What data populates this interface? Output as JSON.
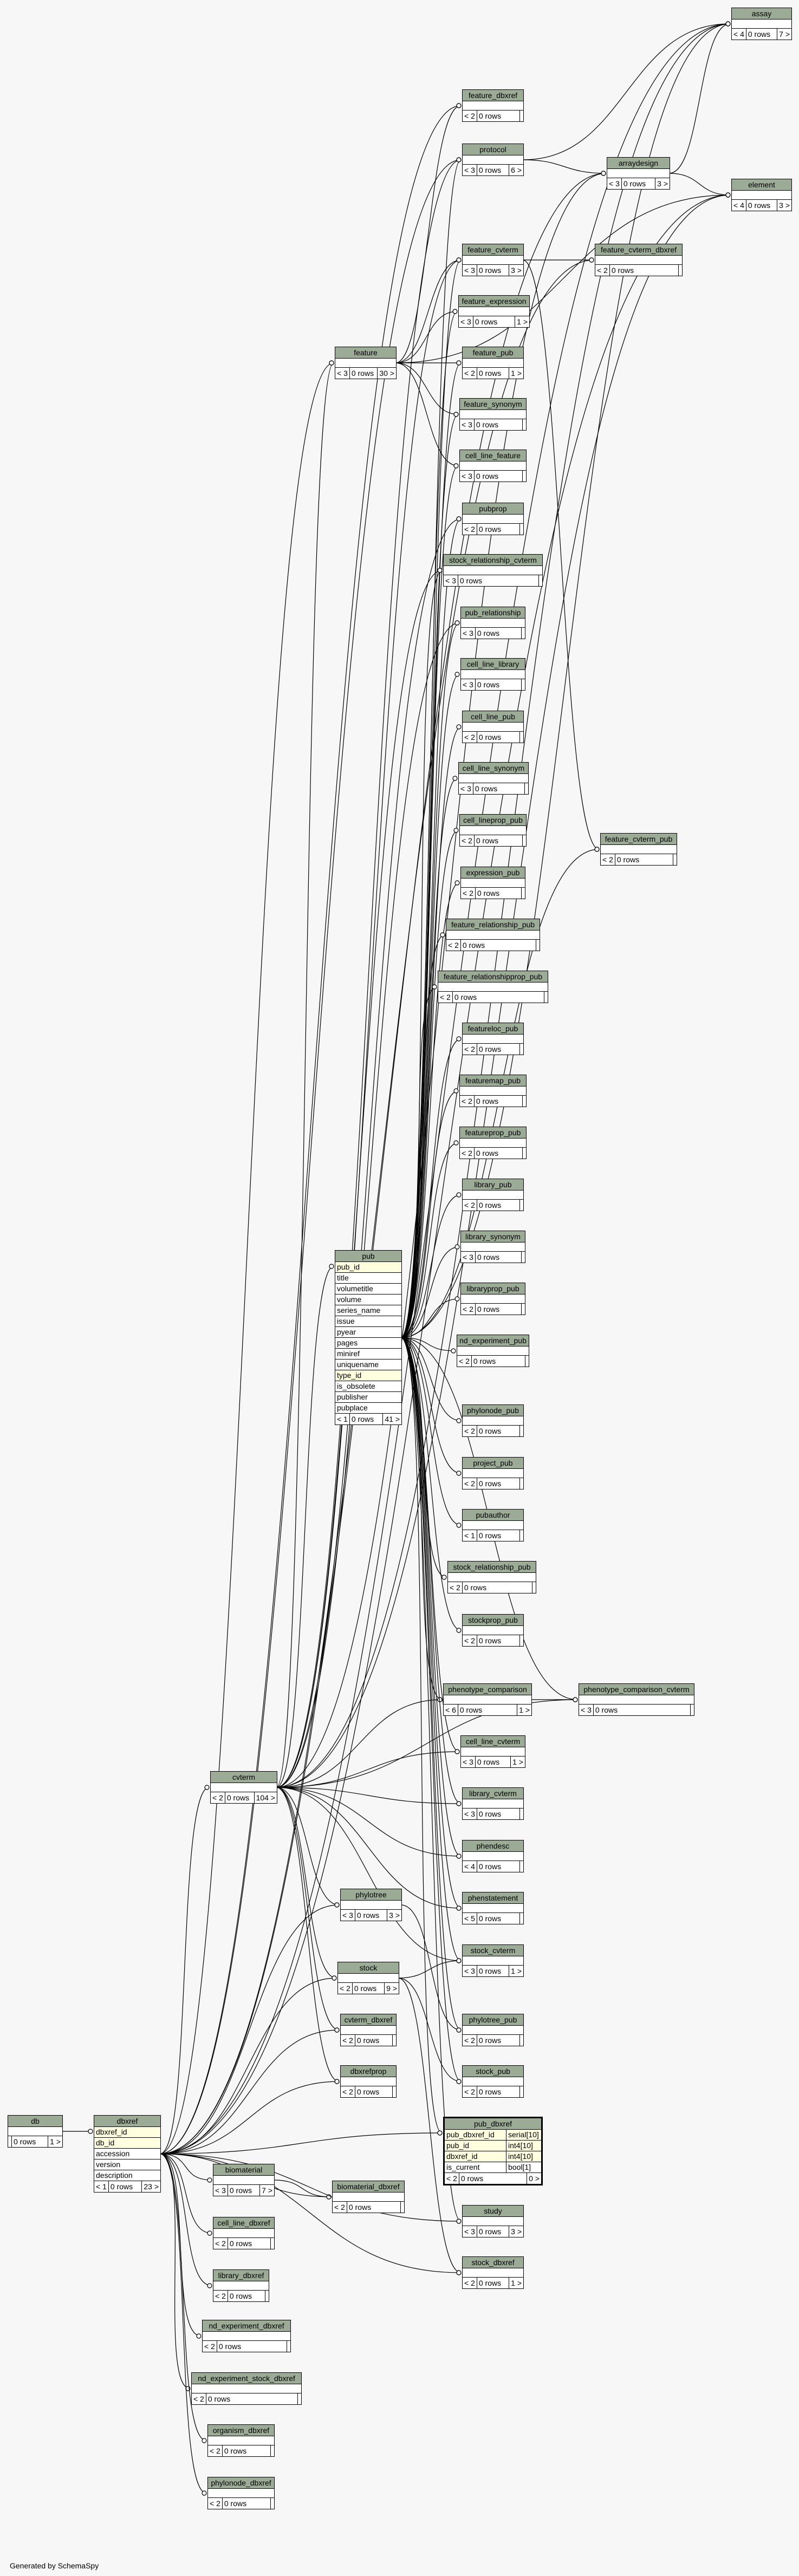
{
  "footer": "Generated by SchemaSpy",
  "tables": [
    {
      "id": "assay",
      "name": "assay",
      "rows": [],
      "footer": [
        "< 4",
        "0 rows",
        "7 >"
      ]
    },
    {
      "id": "element",
      "name": "element",
      "rows": [],
      "footer": [
        "< 4",
        "0 rows",
        "3 >"
      ]
    },
    {
      "id": "arraydesign",
      "name": "arraydesign",
      "rows": [],
      "footer": [
        "< 3",
        "0 rows",
        "3 >"
      ]
    },
    {
      "id": "feature_dbxref",
      "name": "feature_dbxref",
      "rows": [],
      "footer": [
        "< 2",
        "0 rows",
        ""
      ]
    },
    {
      "id": "protocol",
      "name": "protocol",
      "rows": [],
      "footer": [
        "< 3",
        "0 rows",
        "6 >"
      ]
    },
    {
      "id": "feature_cvterm",
      "name": "feature_cvterm",
      "rows": [],
      "footer": [
        "< 3",
        "0 rows",
        "3 >"
      ]
    },
    {
      "id": "feature_cvterm_dbxref",
      "name": "feature_cvterm_dbxref",
      "rows": [],
      "footer": [
        "< 2",
        "0 rows",
        ""
      ]
    },
    {
      "id": "feature_expression",
      "name": "feature_expression",
      "rows": [],
      "footer": [
        "< 3",
        "0 rows",
        "1 >"
      ]
    },
    {
      "id": "feature",
      "name": "feature",
      "rows": [],
      "footer": [
        "< 3",
        "0 rows",
        "30 >"
      ]
    },
    {
      "id": "feature_pub",
      "name": "feature_pub",
      "rows": [],
      "footer": [
        "< 2",
        "0 rows",
        "1 >"
      ]
    },
    {
      "id": "feature_synonym",
      "name": "feature_synonym",
      "rows": [],
      "footer": [
        "< 3",
        "0 rows",
        ""
      ]
    },
    {
      "id": "cell_line_feature",
      "name": "cell_line_feature",
      "rows": [],
      "footer": [
        "< 3",
        "0 rows",
        ""
      ]
    },
    {
      "id": "pubprop",
      "name": "pubprop",
      "rows": [],
      "footer": [
        "< 2",
        "0 rows",
        ""
      ]
    },
    {
      "id": "stock_relationship_cvterm",
      "name": "stock_relationship_cvterm",
      "rows": [],
      "footer": [
        "< 3",
        "0 rows",
        ""
      ]
    },
    {
      "id": "pub_relationship",
      "name": "pub_relationship",
      "rows": [],
      "footer": [
        "< 3",
        "0 rows",
        ""
      ]
    },
    {
      "id": "cell_line_library",
      "name": "cell_line_library",
      "rows": [],
      "footer": [
        "< 3",
        "0 rows",
        ""
      ]
    },
    {
      "id": "cell_line_pub",
      "name": "cell_line_pub",
      "rows": [],
      "footer": [
        "< 2",
        "0 rows",
        ""
      ]
    },
    {
      "id": "cell_line_synonym",
      "name": "cell_line_synonym",
      "rows": [],
      "footer": [
        "< 3",
        "0 rows",
        ""
      ]
    },
    {
      "id": "cell_lineprop_pub",
      "name": "cell_lineprop_pub",
      "rows": [],
      "footer": [
        "< 2",
        "0 rows",
        ""
      ]
    },
    {
      "id": "feature_cvterm_pub",
      "name": "feature_cvterm_pub",
      "rows": [],
      "footer": [
        "< 2",
        "0 rows",
        ""
      ]
    },
    {
      "id": "expression_pub",
      "name": "expression_pub",
      "rows": [],
      "footer": [
        "< 2",
        "0 rows",
        ""
      ]
    },
    {
      "id": "feature_relationship_pub",
      "name": "feature_relationship_pub",
      "rows": [],
      "footer": [
        "< 2",
        "0 rows",
        ""
      ]
    },
    {
      "id": "feature_relationshipprop_pub",
      "name": "feature_relationshipprop_pub",
      "rows": [],
      "footer": [
        "< 2",
        "0 rows",
        ""
      ]
    },
    {
      "id": "featureloc_pub",
      "name": "featureloc_pub",
      "rows": [],
      "footer": [
        "< 2",
        "0 rows",
        ""
      ]
    },
    {
      "id": "featuremap_pub",
      "name": "featuremap_pub",
      "rows": [],
      "footer": [
        "< 2",
        "0 rows",
        ""
      ]
    },
    {
      "id": "featureprop_pub",
      "name": "featureprop_pub",
      "rows": [],
      "footer": [
        "< 2",
        "0 rows",
        ""
      ]
    },
    {
      "id": "library_pub",
      "name": "library_pub",
      "rows": [],
      "footer": [
        "< 2",
        "0 rows",
        ""
      ]
    },
    {
      "id": "library_synonym",
      "name": "library_synonym",
      "rows": [],
      "footer": [
        "< 3",
        "0 rows",
        ""
      ]
    },
    {
      "id": "libraryprop_pub",
      "name": "libraryprop_pub",
      "rows": [],
      "footer": [
        "< 2",
        "0 rows",
        ""
      ]
    },
    {
      "id": "pub",
      "name": "pub",
      "rows": [
        {
          "name": "pub_id",
          "key": true
        },
        {
          "name": "title"
        },
        {
          "name": "volumetitle"
        },
        {
          "name": "volume"
        },
        {
          "name": "series_name"
        },
        {
          "name": "issue"
        },
        {
          "name": "pyear"
        },
        {
          "name": "pages"
        },
        {
          "name": "miniref"
        },
        {
          "name": "uniquename"
        },
        {
          "name": "type_id",
          "key": true
        },
        {
          "name": "is_obsolete"
        },
        {
          "name": "publisher"
        },
        {
          "name": "pubplace"
        }
      ],
      "footer": [
        "< 1",
        "0 rows",
        "41 >"
      ]
    },
    {
      "id": "nd_experiment_pub",
      "name": "nd_experiment_pub",
      "rows": [],
      "footer": [
        "< 2",
        "0 rows",
        ""
      ]
    },
    {
      "id": "phylonode_pub",
      "name": "phylonode_pub",
      "rows": [],
      "footer": [
        "< 2",
        "0 rows",
        ""
      ]
    },
    {
      "id": "project_pub",
      "name": "project_pub",
      "rows": [],
      "footer": [
        "< 2",
        "0 rows",
        ""
      ]
    },
    {
      "id": "pubauthor",
      "name": "pubauthor",
      "rows": [],
      "footer": [
        "< 1",
        "0 rows",
        ""
      ]
    },
    {
      "id": "stock_relationship_pub",
      "name": "stock_relationship_pub",
      "rows": [],
      "footer": [
        "< 2",
        "0 rows",
        ""
      ]
    },
    {
      "id": "stockprop_pub",
      "name": "stockprop_pub",
      "rows": [],
      "footer": [
        "< 2",
        "0 rows",
        ""
      ]
    },
    {
      "id": "phenotype_comparison",
      "name": "phenotype_comparison",
      "rows": [],
      "footer": [
        "< 6",
        "0 rows",
        "1 >"
      ]
    },
    {
      "id": "phenotype_comparison_cvterm",
      "name": "phenotype_comparison_cvterm",
      "rows": [],
      "footer": [
        "< 3",
        "0 rows",
        ""
      ]
    },
    {
      "id": "cell_line_cvterm",
      "name": "cell_line_cvterm",
      "rows": [],
      "footer": [
        "< 3",
        "0 rows",
        "1 >"
      ]
    },
    {
      "id": "cvterm",
      "name": "cvterm",
      "rows": [],
      "footer": [
        "< 2",
        "0 rows",
        "104 >"
      ]
    },
    {
      "id": "library_cvterm",
      "name": "library_cvterm",
      "rows": [],
      "footer": [
        "< 3",
        "0 rows",
        ""
      ]
    },
    {
      "id": "phendesc",
      "name": "phendesc",
      "rows": [],
      "footer": [
        "< 4",
        "0 rows",
        ""
      ]
    },
    {
      "id": "phenstatement",
      "name": "phenstatement",
      "rows": [],
      "footer": [
        "< 5",
        "0 rows",
        ""
      ]
    },
    {
      "id": "phylotree",
      "name": "phylotree",
      "rows": [],
      "footer": [
        "< 3",
        "0 rows",
        "3 >"
      ]
    },
    {
      "id": "stock_cvterm",
      "name": "stock_cvterm",
      "rows": [],
      "footer": [
        "< 3",
        "0 rows",
        "1 >"
      ]
    },
    {
      "id": "stock",
      "name": "stock",
      "rows": [],
      "footer": [
        "< 2",
        "0 rows",
        "9 >"
      ]
    },
    {
      "id": "cvterm_dbxref",
      "name": "cvterm_dbxref",
      "rows": [],
      "footer": [
        "< 2",
        "0 rows",
        ""
      ]
    },
    {
      "id": "phylotree_pub",
      "name": "phylotree_pub",
      "rows": [],
      "footer": [
        "< 2",
        "0 rows",
        ""
      ]
    },
    {
      "id": "dbxrefprop",
      "name": "dbxrefprop",
      "rows": [],
      "footer": [
        "< 2",
        "0 rows",
        ""
      ]
    },
    {
      "id": "stock_pub",
      "name": "stock_pub",
      "rows": [],
      "footer": [
        "< 2",
        "0 rows",
        ""
      ]
    },
    {
      "id": "db",
      "name": "db",
      "rows": [],
      "footer": [
        "",
        "0 rows",
        "1 >"
      ]
    },
    {
      "id": "dbxref",
      "name": "dbxref",
      "rows": [
        {
          "name": "dbxref_id",
          "key": true
        },
        {
          "name": "db_id",
          "key": true
        },
        {
          "name": "accession"
        },
        {
          "name": "version"
        },
        {
          "name": "description"
        }
      ],
      "footer": [
        "< 1",
        "0 rows",
        "23 >"
      ]
    },
    {
      "id": "pub_dbxref",
      "name": "pub_dbxref",
      "focus": true,
      "rows": [
        {
          "name": "pub_dbxref_id",
          "type": "serial[10]",
          "key": true
        },
        {
          "name": "pub_id",
          "type": "int4[10]",
          "key": true
        },
        {
          "name": "dbxref_id",
          "type": "int4[10]",
          "key": true
        },
        {
          "name": "is_current",
          "type": "bool[1]"
        }
      ],
      "footer": [
        "< 2",
        "0 rows",
        "0 >"
      ]
    },
    {
      "id": "biomaterial",
      "name": "biomaterial",
      "rows": [],
      "footer": [
        "< 3",
        "0 rows",
        "7 >"
      ]
    },
    {
      "id": "biomaterial_dbxref",
      "name": "biomaterial_dbxref",
      "rows": [],
      "footer": [
        "< 2",
        "0 rows",
        ""
      ]
    },
    {
      "id": "study",
      "name": "study",
      "rows": [],
      "footer": [
        "< 3",
        "0 rows",
        "3 >"
      ]
    },
    {
      "id": "cell_line_dbxref",
      "name": "cell_line_dbxref",
      "rows": [],
      "footer": [
        "< 2",
        "0 rows",
        ""
      ]
    },
    {
      "id": "stock_dbxref",
      "name": "stock_dbxref",
      "rows": [],
      "footer": [
        "< 2",
        "0 rows",
        "1 >"
      ]
    },
    {
      "id": "library_dbxref",
      "name": "library_dbxref",
      "rows": [],
      "footer": [
        "< 2",
        "0 rows",
        ""
      ]
    },
    {
      "id": "nd_experiment_dbxref",
      "name": "nd_experiment_dbxref",
      "rows": [],
      "footer": [
        "< 2",
        "0 rows",
        ""
      ]
    },
    {
      "id": "nd_experiment_stock_dbxref",
      "name": "nd_experiment_stock_dbxref",
      "rows": [],
      "footer": [
        "< 2",
        "0 rows",
        ""
      ]
    },
    {
      "id": "organism_dbxref",
      "name": "organism_dbxref",
      "rows": [],
      "footer": [
        "< 2",
        "0 rows",
        ""
      ]
    },
    {
      "id": "phylonode_dbxref",
      "name": "phylonode_dbxref",
      "rows": [],
      "footer": [
        "< 2",
        "0 rows",
        ""
      ]
    }
  ],
  "relationships": [
    [
      "arraydesign",
      "assay"
    ],
    [
      "protocol",
      "assay"
    ],
    [
      "pub",
      "assay"
    ],
    [
      "dbxref",
      "assay"
    ],
    [
      "cvterm",
      "assay"
    ],
    [
      "arraydesign",
      "element"
    ],
    [
      "feature",
      "element"
    ],
    [
      "dbxref",
      "element"
    ],
    [
      "cvterm",
      "element"
    ],
    [
      "protocol",
      "arraydesign"
    ],
    [
      "dbxref",
      "arraydesign"
    ],
    [
      "cvterm",
      "arraydesign"
    ],
    [
      "feature",
      "feature_dbxref"
    ],
    [
      "dbxref",
      "feature_dbxref"
    ],
    [
      "pub",
      "protocol"
    ],
    [
      "dbxref",
      "protocol"
    ],
    [
      "cvterm",
      "protocol"
    ],
    [
      "feature",
      "feature_cvterm"
    ],
    [
      "cvterm",
      "feature_cvterm"
    ],
    [
      "pub",
      "feature_cvterm"
    ],
    [
      "feature_cvterm",
      "feature_cvterm_dbxref"
    ],
    [
      "dbxref",
      "feature_cvterm_dbxref"
    ],
    [
      "feature",
      "feature_expression"
    ],
    [
      "pub",
      "feature_expression"
    ],
    [
      "feature",
      "feature_pub"
    ],
    [
      "pub",
      "feature_pub"
    ],
    [
      "feature",
      "feature_synonym"
    ],
    [
      "pub",
      "feature_synonym"
    ],
    [
      "feature",
      "cell_line_feature"
    ],
    [
      "pub",
      "cell_line_feature"
    ],
    [
      "dbxref",
      "feature"
    ],
    [
      "cvterm",
      "feature"
    ],
    [
      "pub",
      "pubprop"
    ],
    [
      "cvterm",
      "pubprop"
    ],
    [
      "pub",
      "stock_relationship_cvterm"
    ],
    [
      "cvterm",
      "stock_relationship_cvterm"
    ],
    [
      "pub",
      "pub_relationship"
    ],
    [
      "cvterm",
      "pub_relationship"
    ],
    [
      "pub",
      "cell_line_library"
    ],
    [
      "pub",
      "cell_line_pub"
    ],
    [
      "pub",
      "cell_line_synonym"
    ],
    [
      "pub",
      "cell_lineprop_pub"
    ],
    [
      "feature_cvterm",
      "feature_cvterm_pub"
    ],
    [
      "pub",
      "feature_cvterm_pub"
    ],
    [
      "pub",
      "expression_pub"
    ],
    [
      "pub",
      "feature_relationship_pub"
    ],
    [
      "pub",
      "feature_relationshipprop_pub"
    ],
    [
      "pub",
      "featureloc_pub"
    ],
    [
      "pub",
      "featuremap_pub"
    ],
    [
      "pub",
      "featureprop_pub"
    ],
    [
      "pub",
      "library_pub"
    ],
    [
      "pub",
      "library_synonym"
    ],
    [
      "pub",
      "libraryprop_pub"
    ],
    [
      "pub",
      "nd_experiment_pub"
    ],
    [
      "pub",
      "phylonode_pub"
    ],
    [
      "pub",
      "project_pub"
    ],
    [
      "pub",
      "pubauthor"
    ],
    [
      "pub",
      "stock_relationship_pub"
    ],
    [
      "pub",
      "stockprop_pub"
    ],
    [
      "pub",
      "phenotype_comparison"
    ],
    [
      "cvterm",
      "phenotype_comparison"
    ],
    [
      "phenotype_comparison",
      "phenotype_comparison_cvterm"
    ],
    [
      "pub",
      "phenotype_comparison_cvterm"
    ],
    [
      "cvterm",
      "phenotype_comparison_cvterm"
    ],
    [
      "pub",
      "cell_line_cvterm"
    ],
    [
      "cvterm",
      "cell_line_cvterm"
    ],
    [
      "pub",
      "library_cvterm"
    ],
    [
      "cvterm",
      "library_cvterm"
    ],
    [
      "pub",
      "phendesc"
    ],
    [
      "cvterm",
      "phendesc"
    ],
    [
      "pub",
      "phenstatement"
    ],
    [
      "cvterm",
      "phenstatement"
    ],
    [
      "cvterm",
      "pub"
    ],
    [
      "dbxref",
      "cvterm"
    ],
    [
      "dbxref",
      "phylotree"
    ],
    [
      "cvterm",
      "phylotree"
    ],
    [
      "stock",
      "stock_cvterm"
    ],
    [
      "cvterm",
      "stock_cvterm"
    ],
    [
      "pub",
      "stock_cvterm"
    ],
    [
      "dbxref",
      "stock"
    ],
    [
      "cvterm",
      "stock"
    ],
    [
      "dbxref",
      "cvterm_dbxref"
    ],
    [
      "cvterm",
      "cvterm_dbxref"
    ],
    [
      "phylotree",
      "phylotree_pub"
    ],
    [
      "pub",
      "phylotree_pub"
    ],
    [
      "dbxref",
      "dbxrefprop"
    ],
    [
      "cvterm",
      "dbxrefprop"
    ],
    [
      "stock",
      "stock_pub"
    ],
    [
      "pub",
      "stock_pub"
    ],
    [
      "db",
      "dbxref"
    ],
    [
      "pub",
      "pub_dbxref"
    ],
    [
      "dbxref",
      "pub_dbxref"
    ],
    [
      "dbxref",
      "biomaterial"
    ],
    [
      "biomaterial",
      "biomaterial_dbxref"
    ],
    [
      "dbxref",
      "biomaterial_dbxref"
    ],
    [
      "dbxref",
      "study"
    ],
    [
      "pub",
      "study"
    ],
    [
      "dbxref",
      "cell_line_dbxref"
    ],
    [
      "dbxref",
      "stock_dbxref"
    ],
    [
      "stock",
      "stock_dbxref"
    ],
    [
      "dbxref",
      "library_dbxref"
    ],
    [
      "dbxref",
      "nd_experiment_dbxref"
    ],
    [
      "dbxref",
      "nd_experiment_stock_dbxref"
    ],
    [
      "dbxref",
      "organism_dbxref"
    ],
    [
      "dbxref",
      "phylonode_dbxref"
    ]
  ]
}
